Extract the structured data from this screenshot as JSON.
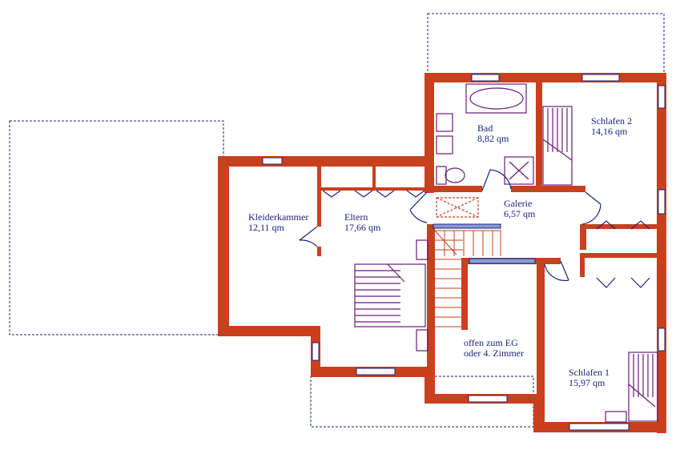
{
  "rooms": {
    "kleiderkammer": {
      "name": "Kleiderkammer",
      "area": "12,11 qm"
    },
    "eltern": {
      "name": "Eltern",
      "area": "17,66 qm"
    },
    "bad": {
      "name": "Bad",
      "area": "8,82 qm"
    },
    "galerie": {
      "name": "Galerie",
      "area": "6,57 qm"
    },
    "schlafen2": {
      "name": "Schlafen 2",
      "area": "14,16 qm"
    },
    "schlafen1": {
      "name": "Schlafen 1",
      "area": "15,97 qm"
    },
    "offen": {
      "line1": "offen zum EG",
      "line2": "oder 4. Zimmer"
    }
  },
  "colors": {
    "wall": "#c8401e",
    "line": "#1a237e",
    "furniture": "#6a1b7a"
  }
}
